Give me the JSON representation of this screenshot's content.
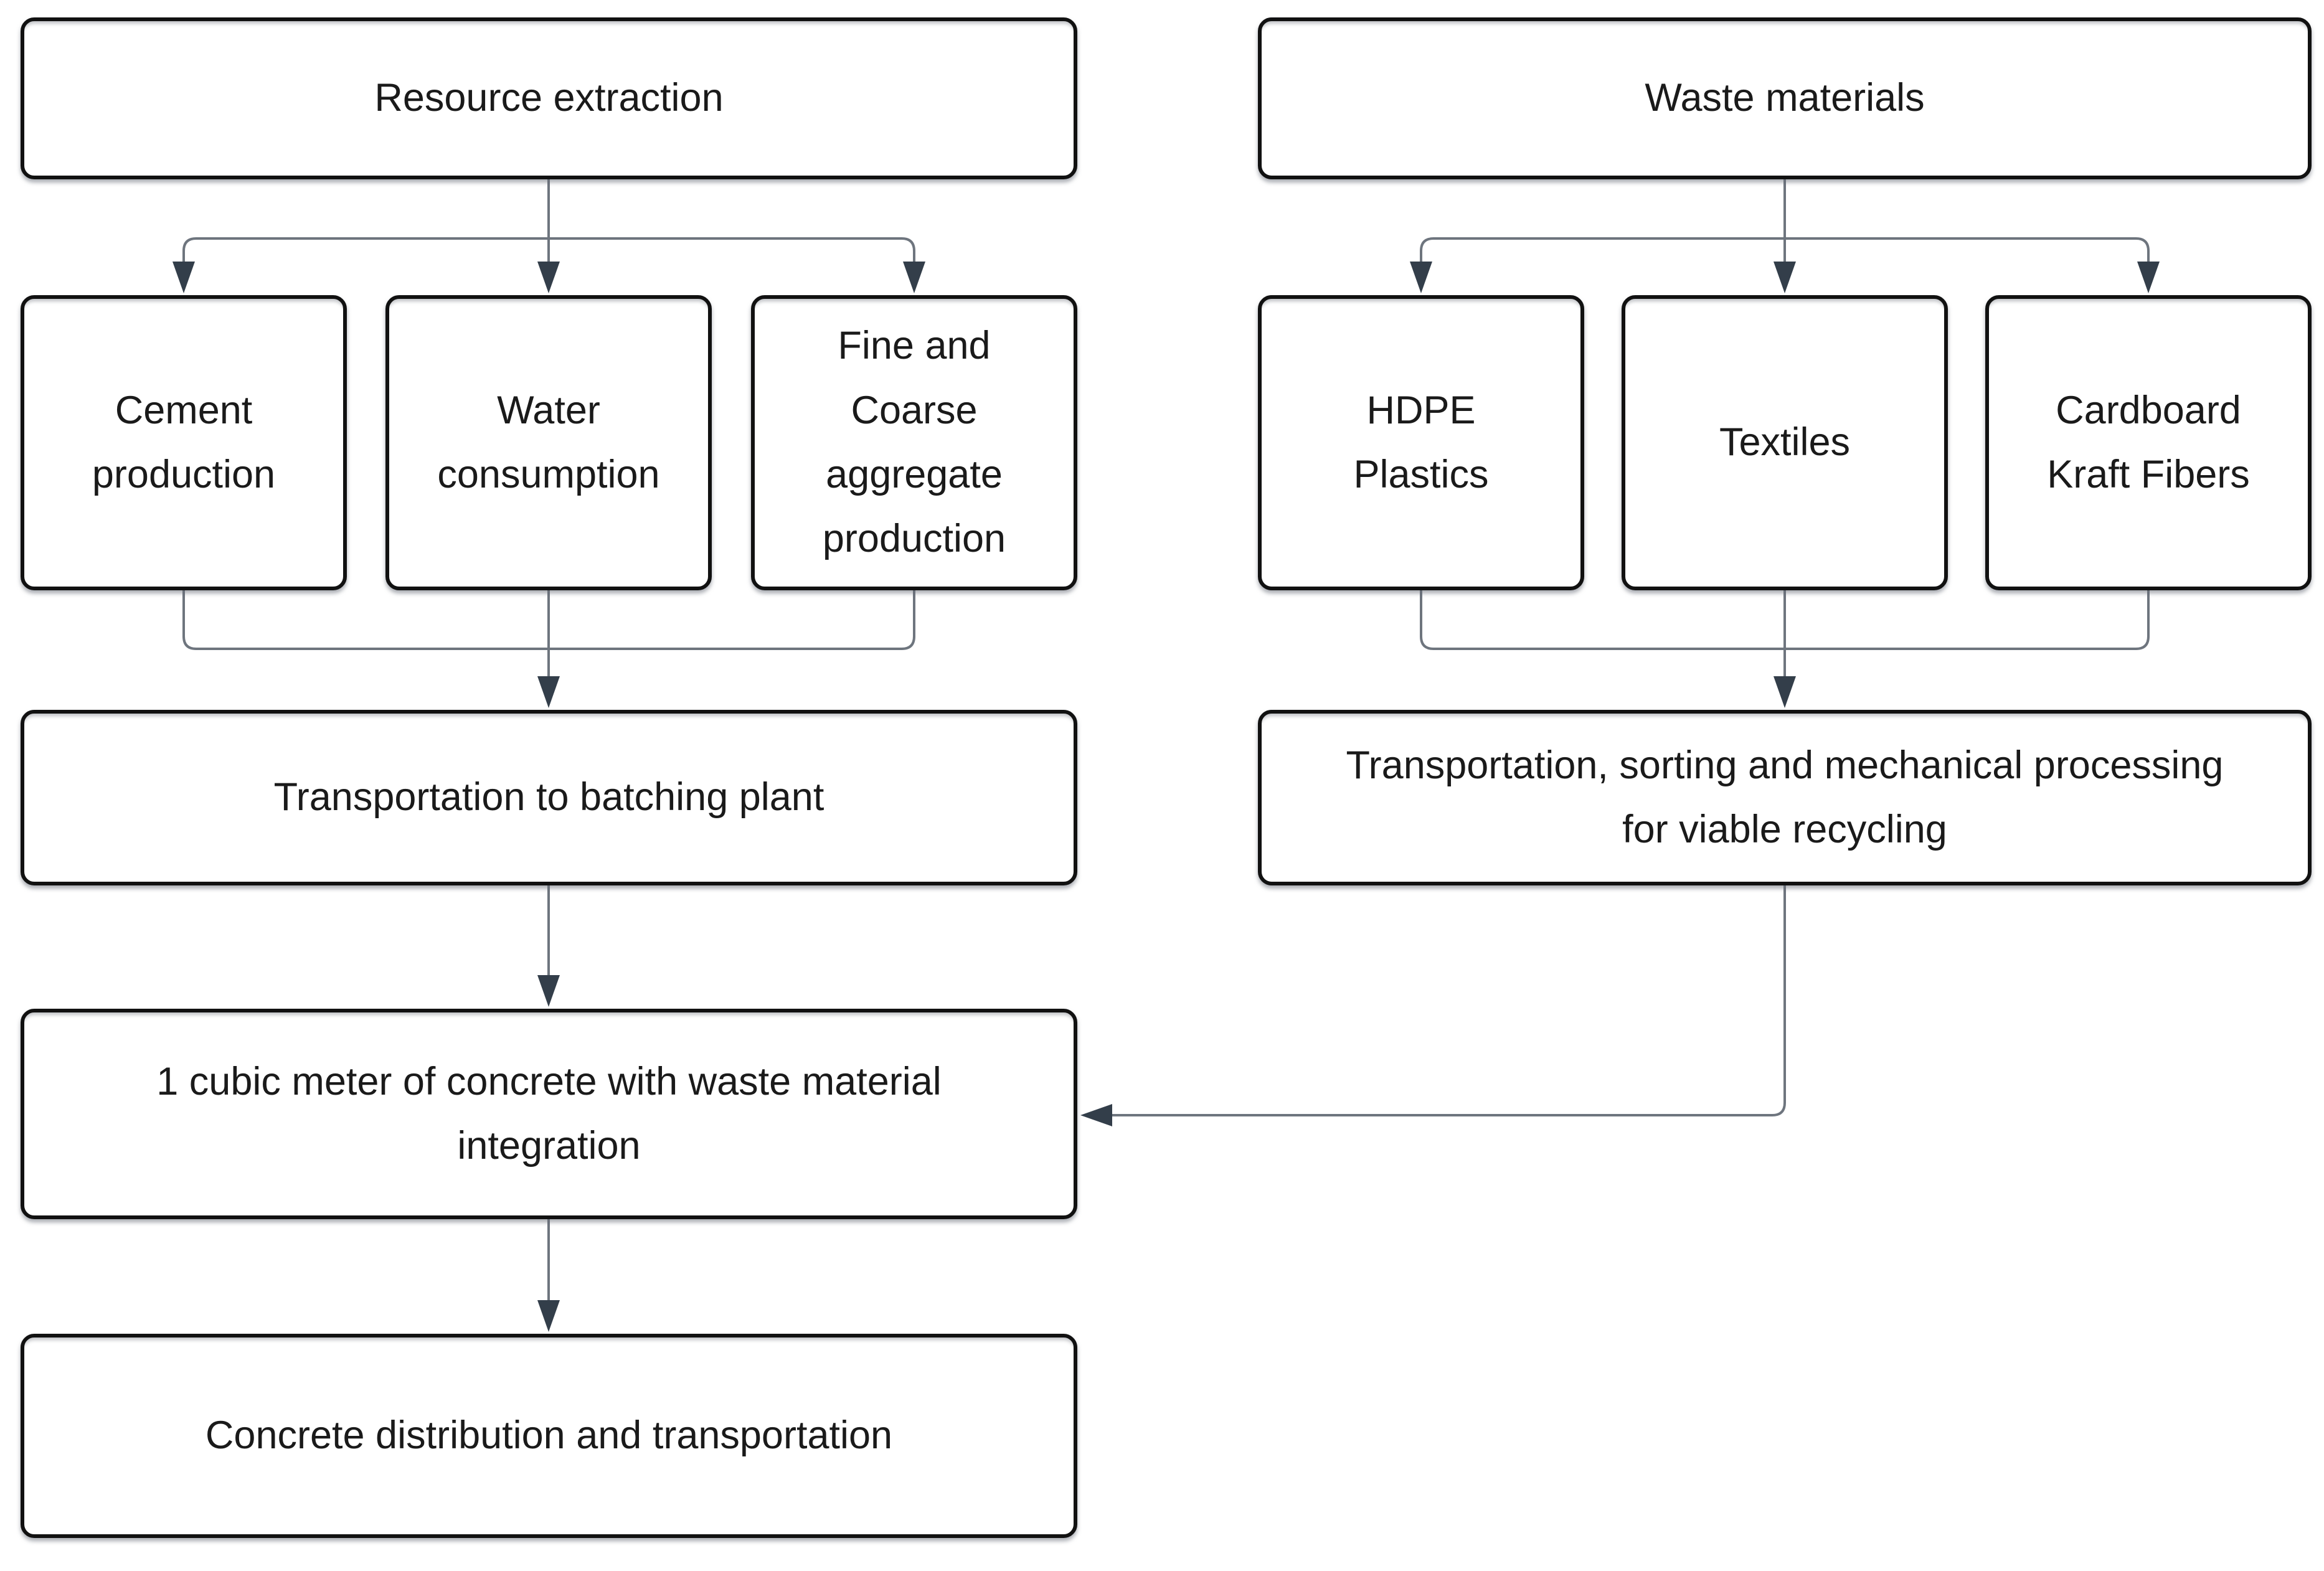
{
  "title": "Concrete production with waste material integration flowchart",
  "colors": {
    "border": "#111111",
    "line": "#6e757e",
    "arrow": "#333e4a",
    "text": "#1a1a1a",
    "fill": "#ffffff",
    "bg": "#ffffff"
  },
  "nodes": {
    "resource_extraction": {
      "label": "Resource extraction"
    },
    "cement_production": {
      "label": [
        "Cement",
        "production"
      ]
    },
    "water_consumption": {
      "label": [
        "Water",
        "consumption"
      ]
    },
    "fine_coarse_aggregate": {
      "label": [
        "Fine and",
        "Coarse",
        "aggregate",
        "production"
      ]
    },
    "transportation_batching": {
      "label": "Transportation to batching plant"
    },
    "one_cubic_meter": {
      "label": [
        "1 cubic meter of concrete with waste material",
        "integration"
      ]
    },
    "concrete_distribution": {
      "label": "Concrete distribution and transportation"
    },
    "waste_materials": {
      "label": "Waste materials"
    },
    "hdpe_plastics": {
      "label": [
        "HDPE",
        "Plastics"
      ]
    },
    "textiles": {
      "label": "Textiles"
    },
    "cardboard_kraft": {
      "label": [
        "Cardboard",
        "Kraft Fibers"
      ]
    },
    "transportation_sorting": {
      "label": [
        "Transportation, sorting and mechanical processing",
        "for viable recycling"
      ]
    }
  },
  "edges": [
    "resource_extraction -> cement_production",
    "resource_extraction -> water_consumption",
    "resource_extraction -> fine_coarse_aggregate",
    "cement_production -> transportation_batching",
    "water_consumption -> transportation_batching",
    "fine_coarse_aggregate -> transportation_batching",
    "transportation_batching -> one_cubic_meter",
    "one_cubic_meter -> concrete_distribution",
    "waste_materials -> hdpe_plastics",
    "waste_materials -> textiles",
    "waste_materials -> cardboard_kraft",
    "hdpe_plastics -> transportation_sorting",
    "textiles -> transportation_sorting",
    "cardboard_kraft -> transportation_sorting",
    "transportation_sorting -> one_cubic_meter"
  ]
}
